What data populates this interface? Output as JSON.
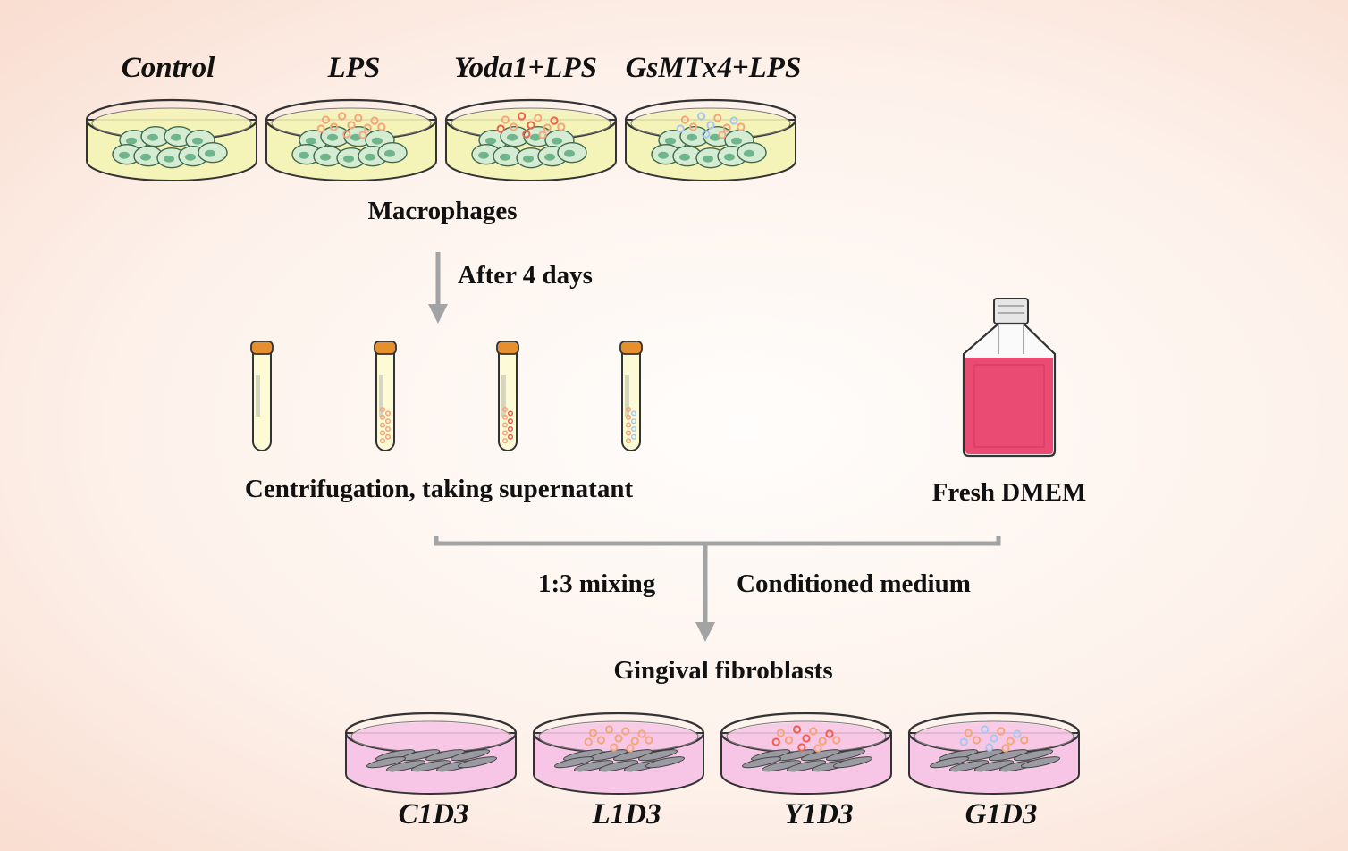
{
  "top_row": [
    "Control",
    "LPS",
    "Yoda1+LPS",
    "GsMTx4+LPS"
  ],
  "bottom_row": [
    "C1D3",
    "L1D3",
    "Y1D3",
    "G1D3"
  ],
  "labels": {
    "macrophages": "Macrophages",
    "after_days": "After 4 days",
    "centrifugation": "Centrifugation, taking supernatant",
    "fresh_dmem": "Fresh DMEM",
    "mixing": "1:3 mixing",
    "conditioned_medium": "Conditioned medium",
    "gingival_fibroblasts": "Gingival fibroblasts"
  },
  "colors": {
    "arrow": "#a3a3a3",
    "macrophage_medium": "#f4f3b8",
    "fibroblast_medium": "#f7c6e6",
    "dmem": "#ea4b73",
    "macrophage_cell": "#d6ecd2",
    "macrophage_nucleus": "#6fb48c",
    "particle_orange": "#f5a57a",
    "particle_red": "#ef5f4c",
    "particle_blue": "#a9c7ee",
    "tube_cap": "#e58f2f"
  },
  "conditions": [
    {
      "particles": "none"
    },
    {
      "particles": "orange"
    },
    {
      "particles": "orange-red"
    },
    {
      "particles": "orange-blue"
    }
  ]
}
